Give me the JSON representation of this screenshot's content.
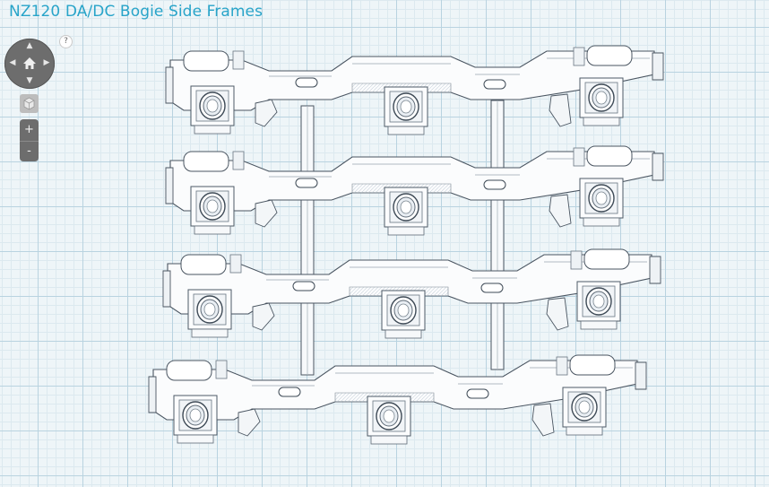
{
  "app": {
    "title": "NZ120 DA/DC Bogie Side Frames",
    "title_color": "#28a4c9",
    "accent": "#6d6d6d"
  },
  "controls": {
    "help_label": "?",
    "pan_up": "▲",
    "pan_down": "▼",
    "pan_left": "◀",
    "pan_right": "▶",
    "home_icon": "home-icon",
    "view_cube_icon": "view-cube-icon",
    "zoom_in_label": "+",
    "zoom_out_label": "-"
  },
  "scene": {
    "object_count": 4,
    "object_name": "bogie-side-frame"
  }
}
